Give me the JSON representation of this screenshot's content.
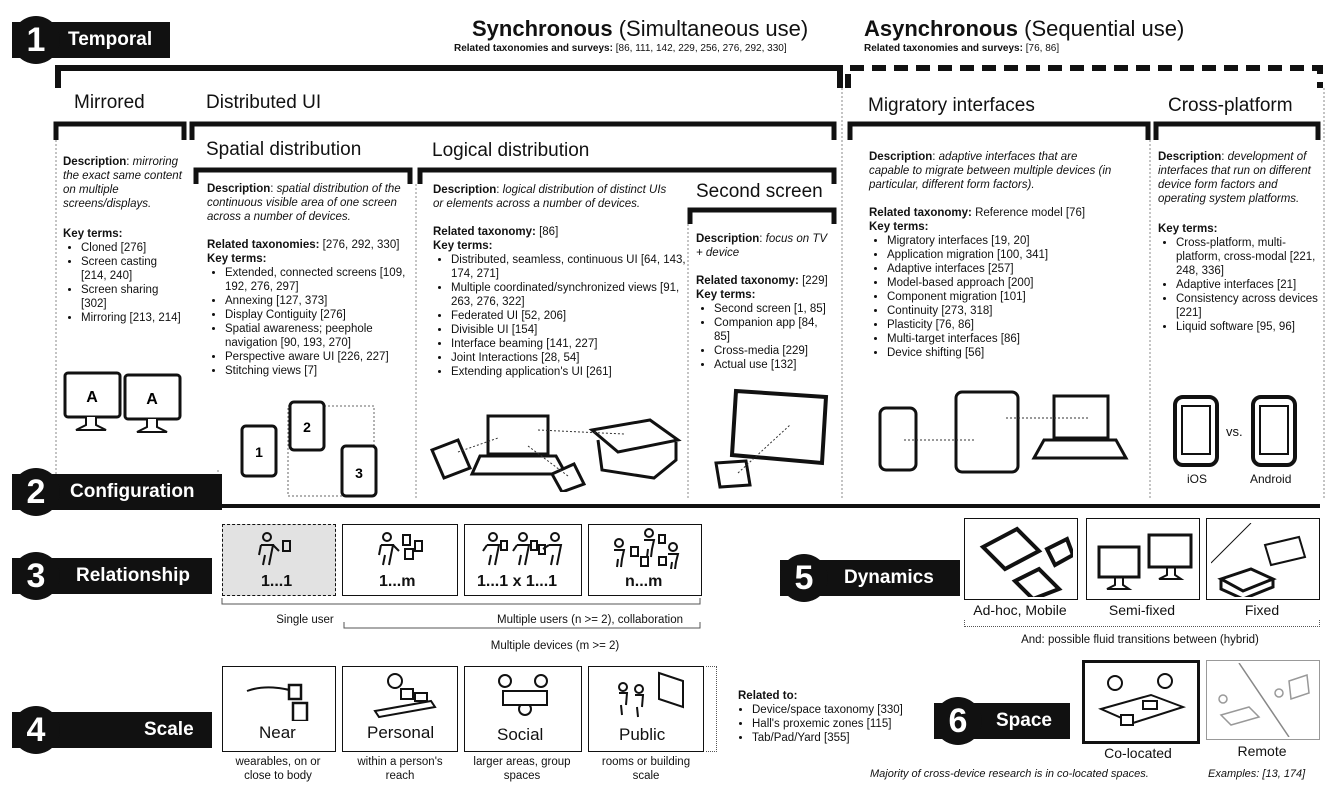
{
  "sections": {
    "temporal": {
      "number": "1",
      "label": "Temporal"
    },
    "configuration": {
      "number": "2",
      "label": "Configuration"
    },
    "relationship": {
      "number": "3",
      "label": "Relationship"
    },
    "scale": {
      "number": "4",
      "label": "Scale"
    },
    "dynamics": {
      "number": "5",
      "label": "Dynamics"
    },
    "space": {
      "number": "6",
      "label": "Space"
    }
  },
  "synchronous": {
    "title_bold": "Synchronous",
    "title_rest": " (Simultaneous use)",
    "related_label": "Related taxonomies and surveys:",
    "related_refs": " [86, 111, 142, 229, 256, 276, 292, 330]"
  },
  "asynchronous": {
    "title_bold": "Asynchronous",
    "title_rest": " (Sequential use)",
    "related_label": "Related taxonomies and surveys:",
    "related_refs": " [76, 86]"
  },
  "categories": {
    "mirrored": "Mirrored",
    "distributed_ui": "Distributed UI",
    "spatial": "Spatial distribution",
    "logical": "Logical distribution",
    "second_screen": "Second screen",
    "migratory": "Migratory interfaces",
    "cross_platform": "Cross-platform"
  },
  "mirrored_box": {
    "desc_label": "Description",
    "desc_text": "mirroring the exact same content on multiple screens/displays.",
    "key_label": "Key terms:",
    "terms": [
      "Cloned [276]",
      "Screen casting [214, 240]",
      "Screen sharing [302]",
      "Mirroring [213, 214]"
    ],
    "monitor_letters": [
      "A",
      "A"
    ]
  },
  "spatial_box": {
    "desc_label": "Description",
    "desc_text": "spatial distribution of the continuous visible area of one screen across a number of devices.",
    "tax_label": "Related taxonomies:",
    "tax_refs": " [276, 292, 330]",
    "key_label": "Key terms:",
    "terms": [
      "Extended, connected screens [109, 192, 276, 297]",
      "Annexing [127, 373]",
      "Display Contiguity [276]",
      "Spatial awareness; peephole navigation [90, 193, 270]",
      "Perspective aware UI [226, 227]",
      "Stitching views [7]"
    ],
    "tablet_numbers": [
      "1",
      "2",
      "3"
    ]
  },
  "logical_box": {
    "desc_label": "Description",
    "desc_text": "logical distribution of distinct UIs or elements across a number of devices.",
    "tax_label": "Related taxonomy:",
    "tax_refs": " [86]",
    "key_label": "Key terms:",
    "terms": [
      "Distributed, seamless, continuous UI [64, 143, 174, 271]",
      "Multiple coordinated/synchronized views [91, 263, 276, 322]",
      "Federated UI [52, 206]",
      "Divisible UI [154]",
      "Interface beaming [141, 227]",
      "Joint Interactions [28, 54]",
      "Extending application's UI [261]"
    ]
  },
  "second_box": {
    "desc_label": "Description",
    "desc_text": "focus on TV + device",
    "tax_label": "Related taxonomy:",
    "tax_refs": " [229]",
    "key_label": "Key terms:",
    "terms": [
      "Second screen [1, 85]",
      "Companion app [84, 85]",
      "Cross-media [229]",
      "Actual use [132]"
    ]
  },
  "migratory_box": {
    "desc_label": "Description",
    "desc_text": "adaptive interfaces that are capable to migrate between multiple devices (in particular, different form factors).",
    "tax_label": "Related taxonomy:",
    "tax_refs": " Reference model [76]",
    "key_label": "Key terms:",
    "terms": [
      "Migratory interfaces [19, 20]",
      "Application migration [100, 341]",
      "Adaptive interfaces [257]",
      "Model-based approach [200]",
      "Component migration [101]",
      "Continuity [273, 318]",
      "Plasticity [76, 86]",
      "Multi-target interfaces [86]",
      "Device shifting [56]"
    ]
  },
  "crossplat_box": {
    "desc_label": "Description",
    "desc_text": "development of interfaces that run on different device form factors and operating system platforms.",
    "key_label": "Key terms:",
    "terms": [
      "Cross-platform, multi-platform, cross-modal [221, 248, 336]",
      "Adaptive interfaces [21]",
      "Consistency across devices [221]",
      "Liquid software [95, 96]"
    ],
    "vs": "vs.",
    "ios": "iOS",
    "android": "Android"
  },
  "relationship": {
    "panels": [
      "1...1",
      "1...m",
      "1...1 x 1...1",
      "n...m"
    ],
    "single_user": "Single user",
    "multi_users": "Multiple users (n >= 2), collaboration",
    "multi_devices": "Multiple devices (m >= 2)"
  },
  "scale": {
    "panels": [
      {
        "label": "Near",
        "caption": "wearables, on or close to body"
      },
      {
        "label": "Personal",
        "caption": "within a person's reach"
      },
      {
        "label": "Social",
        "caption": "larger areas, group spaces"
      },
      {
        "label": "Public",
        "caption": "rooms or building scale"
      }
    ],
    "related_label": "Related to:",
    "related_items": [
      "Device/space taxonomy [330]",
      "Hall's proxemic zones [115]",
      "Tab/Pad/Yard [355]"
    ]
  },
  "dynamics": {
    "panels": [
      "Ad-hoc, Mobile",
      "Semi-fixed",
      "Fixed"
    ],
    "note": "And: possible fluid transitions between (hybrid)"
  },
  "space": {
    "colocated": "Co-located",
    "remote": "Remote",
    "colocated_note": "Majority of cross-device research is in co-located spaces.",
    "remote_note": "Examples: [13, 174]"
  }
}
